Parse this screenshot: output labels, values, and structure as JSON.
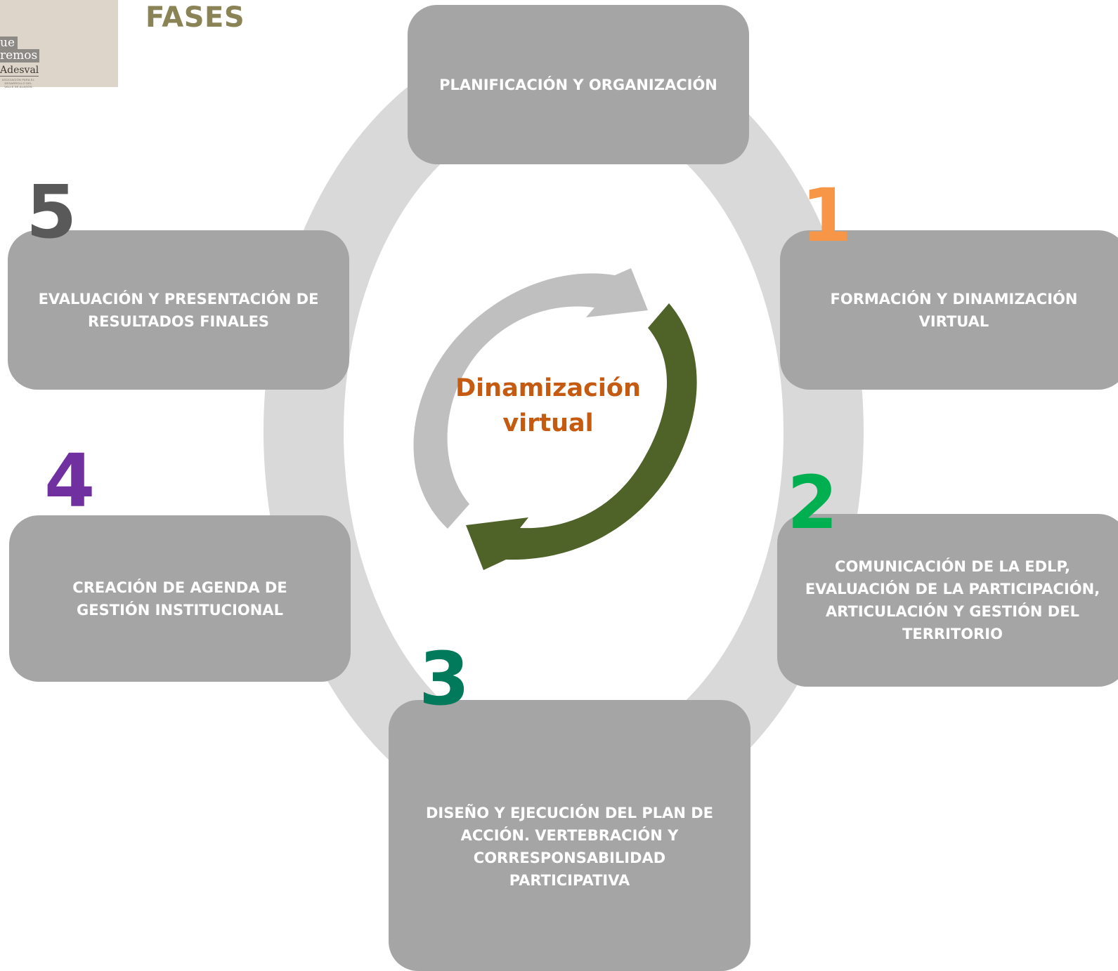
{
  "title": "FASES",
  "logo": {
    "line1": "ue",
    "line2": "remos",
    "line3": "Adesval",
    "tagline": "ASOCIACIÓN PARA EL DESARROLLO DEL VALLE DE ALAGÓN"
  },
  "center": {
    "line1": "Dinamización",
    "line2": "virtual",
    "color": "#c55a11"
  },
  "phases": [
    {
      "id": "top",
      "number": "",
      "label": "PLANIFICACIÓN Y ORGANIZACIÓN"
    },
    {
      "id": "1",
      "number": "1",
      "label": "FORMACIÓN Y DINAMIZACIÓN VIRTUAL",
      "color": "#f79646"
    },
    {
      "id": "2",
      "number": "2",
      "label": "COMUNICACIÓN DE LA EDLP, EVALUACIÓN  DE LA PARTICIPACIÓN, ARTICULACIÓN Y GESTIÓN DEL TERRITORIO",
      "color": "#00b050"
    },
    {
      "id": "3",
      "number": "3",
      "label": "DISEÑO Y EJECUCIÓN DEL PLAN DE ACCIÓN. VERTEBRACIÓN Y CORRESPONSABILIDAD PARTICIPATIVA",
      "color": "#007a5a"
    },
    {
      "id": "4",
      "number": "4",
      "label": "CREACIÓN DE AGENDA DE GESTIÓN INSTITUCIONAL",
      "color": "#7030a0"
    },
    {
      "id": "5",
      "number": "5",
      "label": "EVALUACIÓN Y PRESENTACIÓN DE RESULTADOS FINALES",
      "color": "#595959"
    }
  ],
  "colors": {
    "box": "#a5a5a5",
    "ring": "#d9d9d9",
    "arrow_gray": "#bfbfbf",
    "arrow_green": "#4f6228",
    "title": "#8a8356"
  }
}
